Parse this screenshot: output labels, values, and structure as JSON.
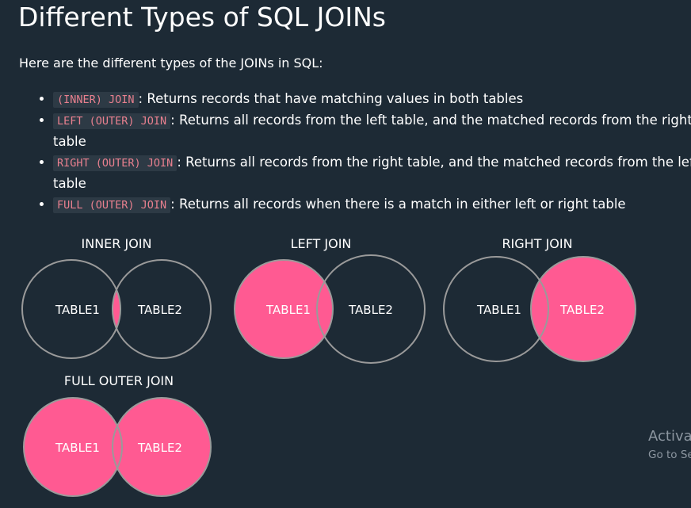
{
  "page_title": "Different Types of SQL JOINs",
  "intro": "Here are the different types of the JOINs in SQL:",
  "join_types": [
    {
      "code": "(INNER) JOIN",
      "description": ": Returns records that have matching values in both tables"
    },
    {
      "code": "LEFT (OUTER) JOIN",
      "description": ": Returns all records from the left table, and the matched records from the right table"
    },
    {
      "code": "RIGHT (OUTER) JOIN",
      "description": ": Returns all records from the right table, and the matched records from the left table"
    },
    {
      "code": "FULL (OUTER) JOIN",
      "description": ": Returns all records when there is a match in either left or right table"
    }
  ],
  "diagrams": {
    "inner": {
      "title": "INNER JOIN",
      "left": "TABLE1",
      "right": "TABLE2"
    },
    "left": {
      "title": "LEFT JOIN",
      "left": "TABLE1",
      "right": "TABLE2"
    },
    "right": {
      "title": "RIGHT JOIN",
      "left": "TABLE1",
      "right": "TABLE2"
    },
    "full": {
      "title": "FULL OUTER JOIN",
      "left": "TABLE1",
      "right": "TABLE2"
    }
  },
  "colors": {
    "background": "#1d2a35",
    "highlight": "#ff5a92",
    "circle_outline": "#9a9a9a",
    "code_text": "#e9808f",
    "code_bg": "#2d3a45"
  },
  "watermark": {
    "title": "Activa",
    "subtitle": "Go to Se"
  }
}
